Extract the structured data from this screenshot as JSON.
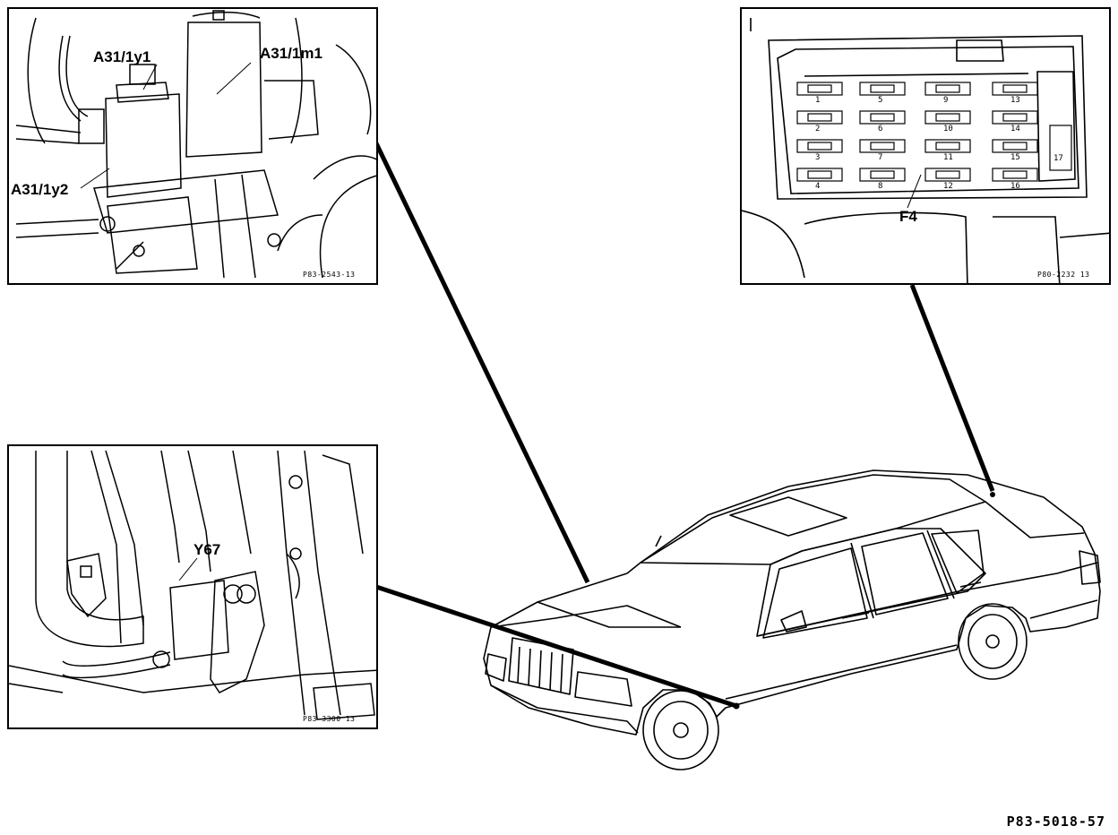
{
  "figure_number": "P83-5018-57",
  "panels": {
    "pump": {
      "labels": {
        "pressure_valve": "A31/1y1",
        "motor": "A31/1m1",
        "return_valve": "A31/1y2"
      },
      "ref": "P83-2543-13"
    },
    "fusebox": {
      "labels": {
        "fuse": "F4"
      },
      "ref": "P80-2232 13",
      "fuse_numbers": [
        "1",
        "5",
        "9",
        "13",
        "2",
        "6",
        "10",
        "14",
        "3",
        "7",
        "11",
        "15",
        "4",
        "8",
        "12",
        "16",
        "17"
      ]
    },
    "valve": {
      "labels": {
        "valve": "Y67"
      },
      "ref": "P83-3300 13"
    }
  }
}
